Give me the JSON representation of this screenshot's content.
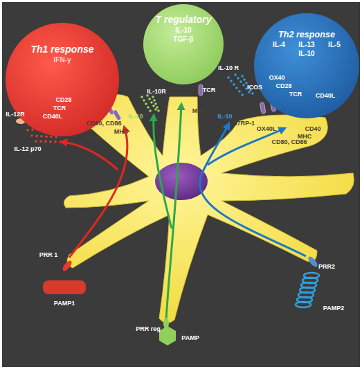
{
  "diagram": {
    "nodes": [
      {
        "text": [
          "Th1 response",
          "IFN-γ"
        ]
      },
      {
        "text": [
          "T regulatory",
          "IL-10",
          "TGF-β"
        ]
      },
      {
        "text": [
          "Th2 response",
          "IL-4",
          "IL-13",
          "IL-5",
          "IL-10"
        ]
      }
    ],
    "labels": [
      "CD28",
      "TCR",
      "CD40L",
      "IL-12R",
      "IL-10R",
      "TCR",
      "OX40",
      "CD28",
      "TCR",
      "ICOS",
      "CD40L",
      "IL-10 R",
      "CD80, CD86",
      "MHC",
      "CD40",
      "IL-12 p70",
      "IL-10",
      "MHC",
      "IL-10",
      "B7RP-1",
      "OX40L",
      "CD40",
      "MHC",
      "CD80, CD86",
      "PRR 1",
      "PAMP1",
      "PRR reg",
      "PAMP",
      "PRR2",
      "PAMP2"
    ]
  }
}
